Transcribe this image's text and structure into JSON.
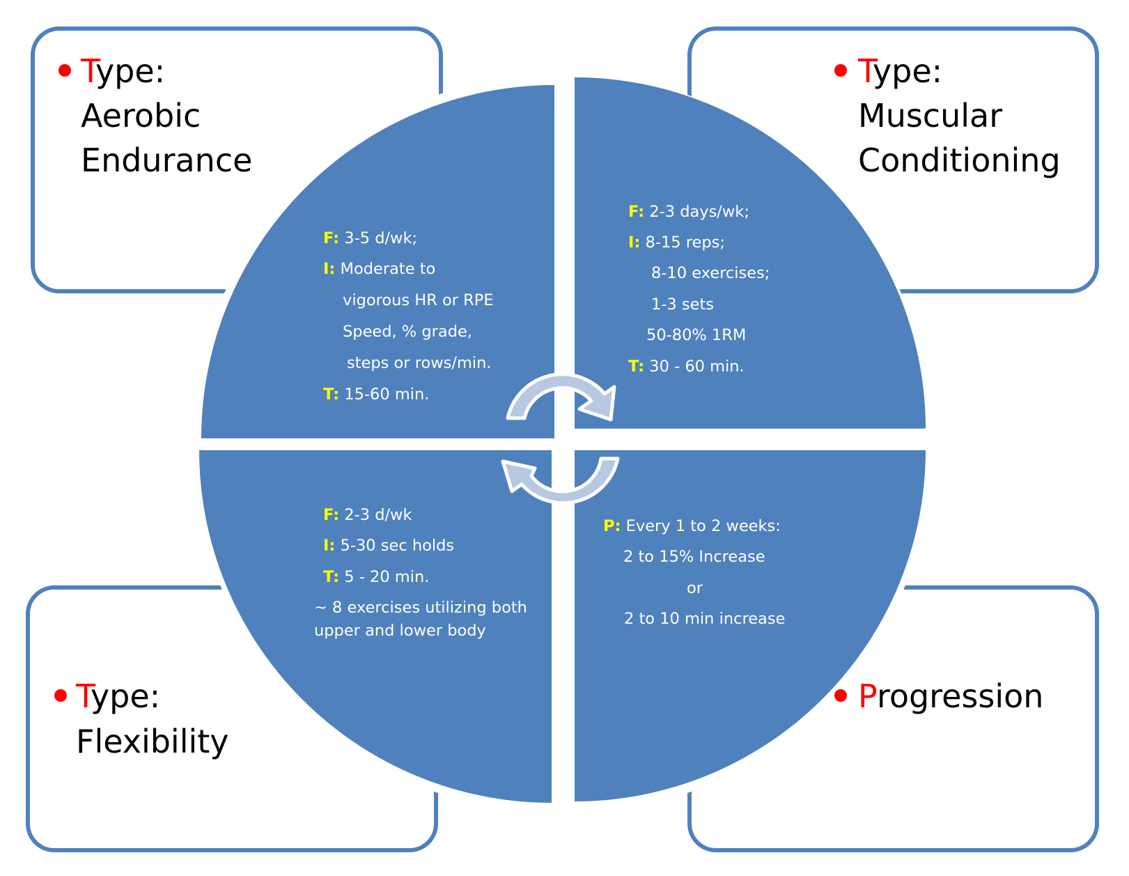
{
  "colors": {
    "quadrant_fill": "#4f81bd",
    "box_stroke": "#4f81bd",
    "accent_red": "#ff0000",
    "key_yellow": "#ffff00",
    "arrow_fill": "#b8c7e2"
  },
  "boxes": {
    "aerobic": {
      "first_letter": "T",
      "rest_first": "ype:",
      "line2": "Aerobic",
      "line3": "Endurance"
    },
    "muscular": {
      "first_letter": "T",
      "rest_first": "ype:",
      "line2": "Muscular",
      "line3": "Conditioning"
    },
    "flexibility": {
      "first_letter": "T",
      "rest_first": "ype:",
      "line2": "Flexibility"
    },
    "progression": {
      "first_letter": "P",
      "rest_first": "rogression"
    }
  },
  "quadrants": {
    "aerobic": {
      "f_key": "F:",
      "f_text": "3-5 d/wk;",
      "i_key": "I:",
      "i_text": "Moderate to",
      "i_line2": "vigorous HR or RPE",
      "i_line3": "Speed, % grade,",
      "i_line4": "steps or rows/min.",
      "t_key": "T:",
      "t_text": "15-60 min."
    },
    "muscular": {
      "f_key": "F:",
      "f_text": "2-3 days/wk;",
      "i_key": "I:",
      "i_text": "8-15 reps;",
      "i_line2": "8-10 exercises;",
      "i_line3": "1-3 sets",
      "i_line4": "50-80% 1RM",
      "t_key": "T:",
      "t_text": "30 - 60 min."
    },
    "flexibility": {
      "f_key": "F:",
      "f_text": "2-3 d/wk",
      "i_key": "I:",
      "i_text": "5-30 sec holds",
      "t_key": "T:",
      "t_text": "5 - 20 min.",
      "note_line1": "~ 8 exercises utilizing both",
      "note_line2": "upper and lower body"
    },
    "progression": {
      "p_key": "P:",
      "p_text": "Every 1 to 2 weeks:",
      "line2": "2 to 15% Increase",
      "line3": "or",
      "line4": "2 to 10 min increase"
    }
  }
}
